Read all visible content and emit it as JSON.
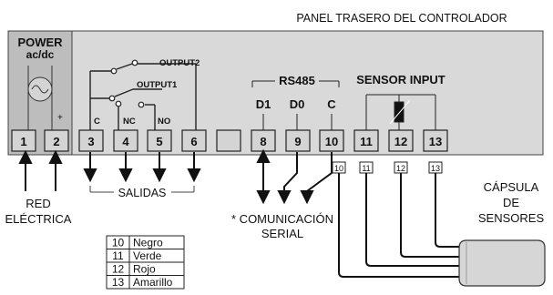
{
  "header": {
    "title": "PANEL TRASERO DEL CONTROLADOR"
  },
  "power": {
    "title": "POWER",
    "subtitle": "ac/dc",
    "plus": "+"
  },
  "terminals": [
    "1",
    "2",
    "3",
    "4",
    "5",
    "6",
    "",
    "8",
    "9",
    "10",
    "11",
    "12",
    "13"
  ],
  "relay": {
    "output2": "OUTPUT2",
    "output1": "OUTPUT1",
    "c": "C",
    "nc": "NC",
    "no": "NO"
  },
  "rs485": {
    "title": "RS485",
    "d1": "D1",
    "d0": "D0",
    "c": "C"
  },
  "sensor_input": {
    "title": "SENSOR INPUT"
  },
  "wire_tags": [
    "10",
    "11",
    "12",
    "13"
  ],
  "labels": {
    "salidas": "SALIDAS",
    "red_line1": "RED",
    "red_line2": "ELÉCTRICA",
    "com_line1": "* COMUNICACIÓN",
    "com_line2": "SERIAL",
    "capsula_line1": "CÁPSULA",
    "capsula_line2": "DE",
    "capsula_line3": "SENSORES"
  },
  "color_table": [
    {
      "num": "10",
      "color": "Negro"
    },
    {
      "num": "11",
      "color": "Verde"
    },
    {
      "num": "12",
      "color": "Rojo"
    },
    {
      "num": "13",
      "color": "Amarillo"
    }
  ]
}
